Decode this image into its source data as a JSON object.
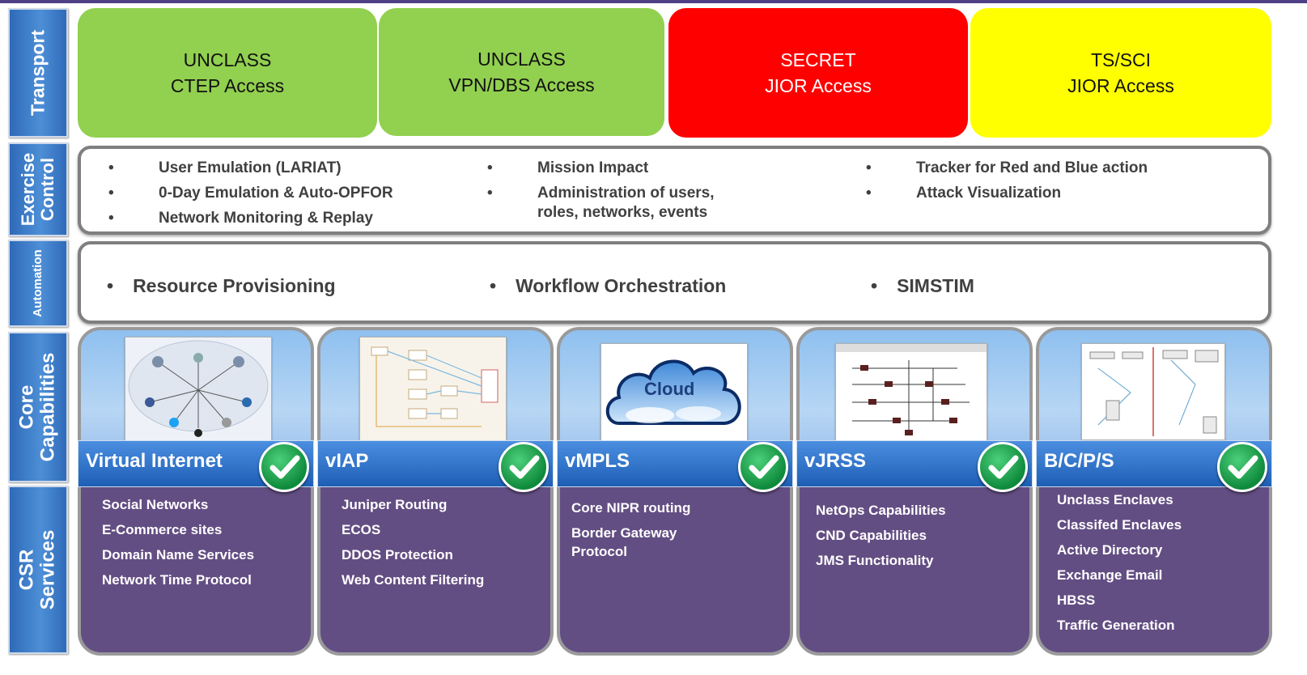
{
  "row_labels": {
    "transport": [
      "Transport"
    ],
    "exercise_control": [
      "Exercise",
      "Control"
    ],
    "automation": [
      "Automation"
    ],
    "core_capabilities": [
      "Core",
      "Capabilities"
    ],
    "csr_services": [
      "CSR",
      "Services"
    ]
  },
  "transport": [
    {
      "line1": "UNCLASS",
      "line2": "CTEP Access"
    },
    {
      "line1": "UNCLASS",
      "line2": "VPN/DBS Access"
    },
    {
      "line1": "SECRET",
      "line2": "JIOR Access"
    },
    {
      "line1": "TS/SCI",
      "line2": "JIOR Access"
    }
  ],
  "exercise_control": {
    "col1": [
      "User Emulation (LARIAT)",
      "0-Day Emulation & Auto-OPFOR",
      "Network Monitoring & Replay"
    ],
    "col2": [
      {
        "a": "Mission Impact"
      },
      {
        "a": "Administration of users,",
        "b": "roles, networks, events"
      }
    ],
    "col3": [
      "Tracker for Red and Blue action",
      "Attack Visualization"
    ]
  },
  "automation": [
    "Resource Provisioning",
    "Workflow Orchestration",
    "SIMSTIM"
  ],
  "capabilities": [
    {
      "title": "Virtual Internet",
      "services": [
        "Social Networks",
        "E-Commerce sites",
        "Domain Name Services",
        "Network Time Protocol"
      ]
    },
    {
      "title": "vIAP",
      "services": [
        "Juniper Routing",
        "ECOS",
        "DDOS Protection",
        "Web Content Filtering"
      ]
    },
    {
      "title": "vMPLS",
      "cloud_label": "Cloud",
      "services": [
        "Core NIPR routing",
        "Border Gateway",
        "Protocol"
      ]
    },
    {
      "title": "vJRSS",
      "services": [
        "NetOps Capabilities",
        "CND Capabilities",
        "JMS Functionality"
      ]
    },
    {
      "title": "B/C/P/S",
      "services": [
        "Unclass Enclaves",
        "Classifed Enclaves",
        "Active Directory",
        "Exchange Email",
        "HBSS",
        "Traffic Generation"
      ]
    }
  ],
  "colors": {
    "green": "#92d050",
    "red": "#ff0000",
    "yellow": "#ffff00",
    "purple": "#634e83",
    "blue": "#2f6ab9"
  }
}
